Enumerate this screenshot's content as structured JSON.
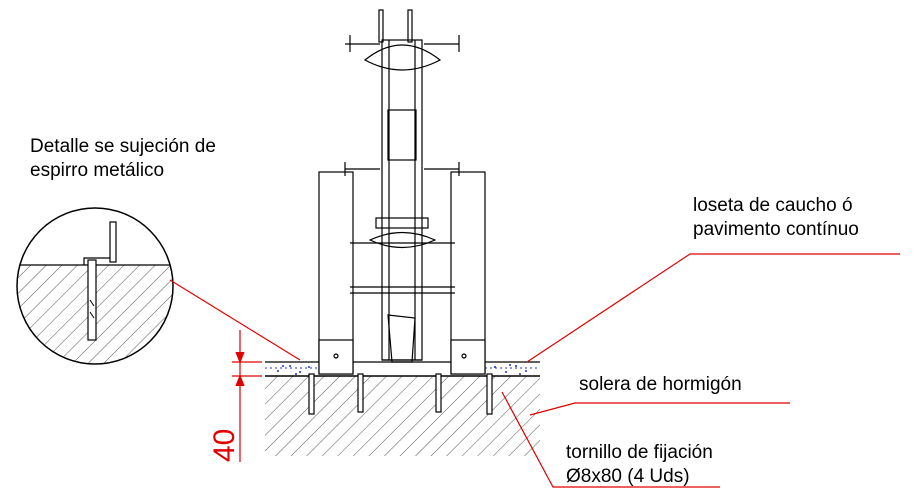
{
  "labels": {
    "detail_line1": "Detalle se sujeción de",
    "detail_line2": "espirro metálico",
    "loseta_line1": "loseta de caucho ó",
    "loseta_line2": "pavimento contínuo",
    "solera": "solera de hormigón",
    "tornillo_line1": "tornillo de fijación",
    "tornillo_line2": "Ø8x80 (4 Uds)"
  },
  "dimension": {
    "value": "40"
  },
  "colors": {
    "annotation": "#e00000",
    "drawing": "#000000",
    "pavement": "#2030d0"
  }
}
